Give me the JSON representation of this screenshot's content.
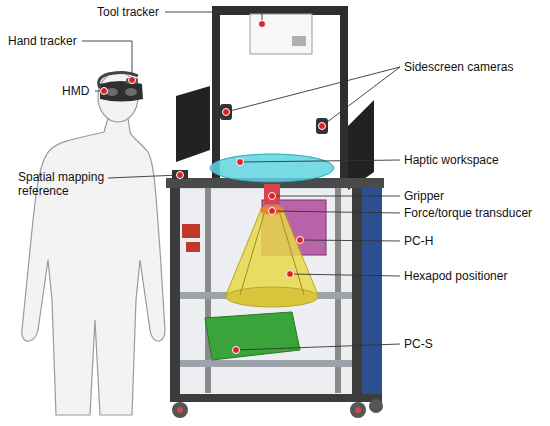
{
  "diagram": {
    "labels": [
      "Tool tracker",
      "Hand tracker",
      "HMD",
      "Spatial mapping reference",
      "Sidescreen cameras",
      "Haptic workspace",
      "Gripper",
      "Force/torque transducer",
      "PC-H",
      "Hexapod positioner",
      "PC-S"
    ]
  }
}
